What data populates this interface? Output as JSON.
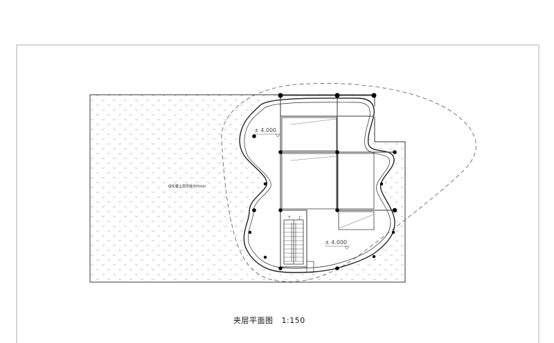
{
  "plan": {
    "roof_note": "绿化覆土层厚度300mm",
    "level_mark_upper": "± 4.000",
    "level_mark_lower": "± 4.000",
    "stair_down": "下",
    "stair_up": "上"
  },
  "caption": {
    "title": "夹层平面图",
    "scale": "1:150"
  },
  "colors": {
    "line": "#222222",
    "hatch": "#b9b9b9",
    "frame": "#9a9a9a",
    "column": "#000000"
  }
}
